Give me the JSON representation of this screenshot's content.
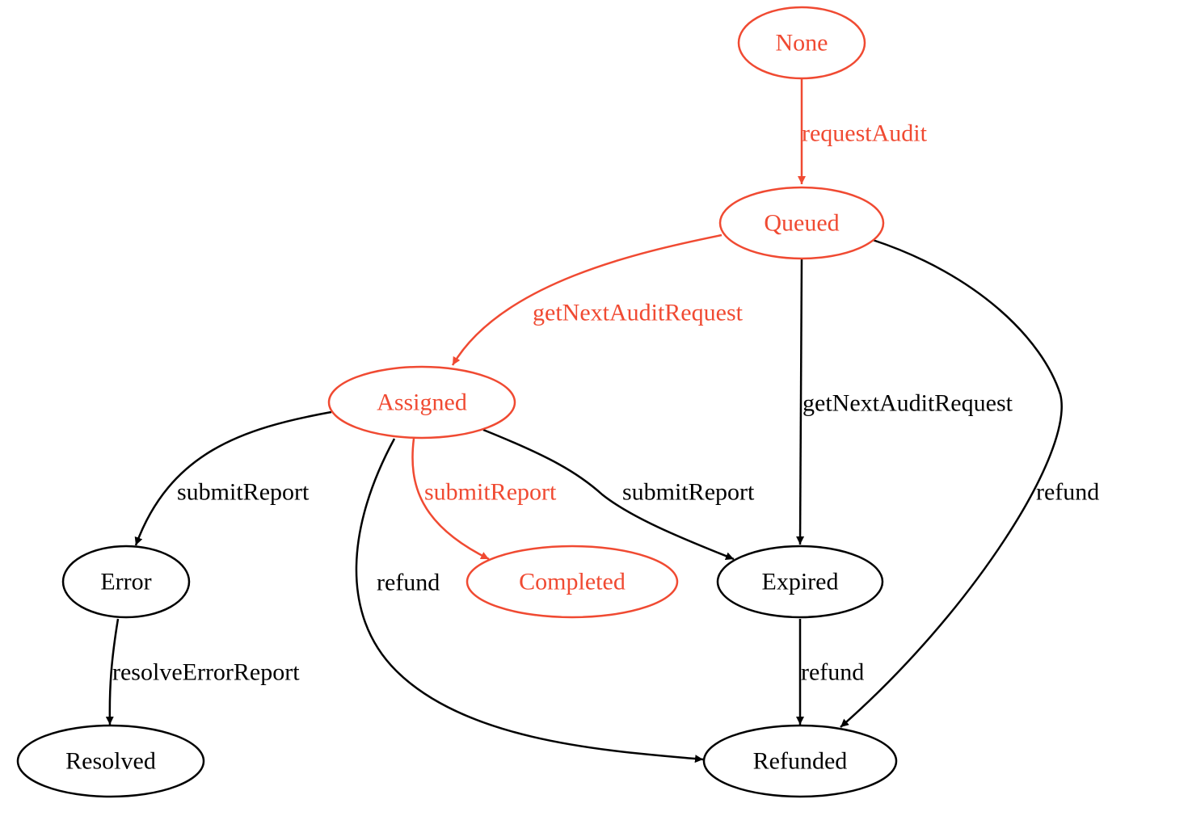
{
  "colors": {
    "highlight": "#f04a32",
    "default": "#000000"
  },
  "nodes": {
    "none": "None",
    "queued": "Queued",
    "assigned": "Assigned",
    "error": "Error",
    "completed": "Completed",
    "expired": "Expired",
    "resolved": "Resolved",
    "refunded": "Refunded"
  },
  "edges": {
    "none_queued": "requestAudit",
    "queued_assigned": "getNextAuditRequest",
    "queued_expired": "getNextAuditRequest",
    "queued_refunded": "refund",
    "assigned_error": "submitReport",
    "assigned_completed": "submitReport",
    "assigned_expired": "submitReport",
    "assigned_refunded": "refund",
    "error_resolved": "resolveErrorReport",
    "expired_refunded": "refund"
  }
}
